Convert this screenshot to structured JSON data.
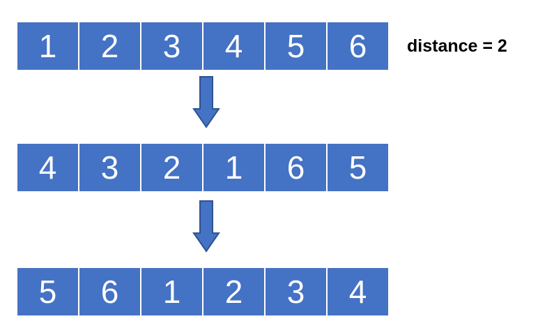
{
  "rows": [
    {
      "cells": [
        "1",
        "2",
        "3",
        "4",
        "5",
        "6"
      ]
    },
    {
      "cells": [
        "4",
        "3",
        "2",
        "1",
        "6",
        "5"
      ]
    },
    {
      "cells": [
        "5",
        "6",
        "1",
        "2",
        "3",
        "4"
      ]
    }
  ],
  "note": "distance = 2",
  "colors": {
    "cell_fill": "#4472c4",
    "cell_text": "#ffffff",
    "arrow_fill": "#4472c4",
    "arrow_stroke": "#2f528f"
  },
  "icons": {
    "arrow": "down-arrow-icon"
  }
}
